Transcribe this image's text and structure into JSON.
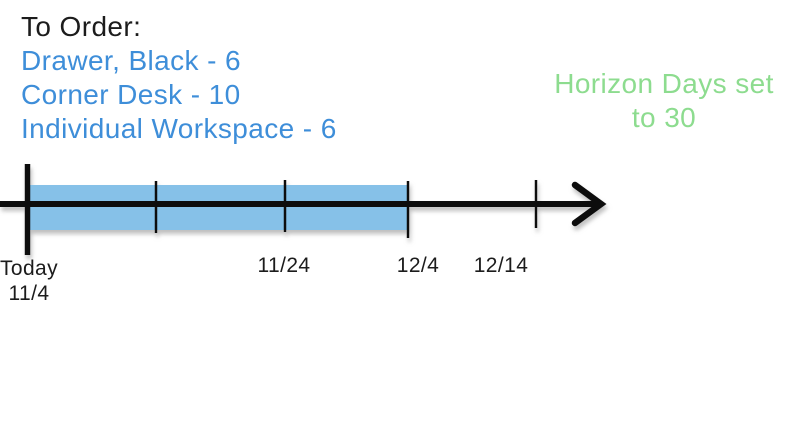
{
  "order_panel": {
    "heading": "To Order:",
    "items": [
      "Drawer, Black - 6",
      "Corner Desk - 10",
      "Individual Workspace - 6"
    ]
  },
  "horizon_note": {
    "line1": "Horizon Days set",
    "line2": "to 30"
  },
  "timeline": {
    "today_label": "Today",
    "today_date": "11/4",
    "tick_labels": [
      "11/24",
      "12/4",
      "12/14"
    ],
    "highlight_range": {
      "start_label": "Today 11/4",
      "end_label": "12/4"
    }
  },
  "colors": {
    "order_items_blue": "#3e8ed9",
    "horizon_green": "#8ddc8f",
    "highlight_bar_blue": "#86c1e8",
    "axis_black": "#111111"
  }
}
